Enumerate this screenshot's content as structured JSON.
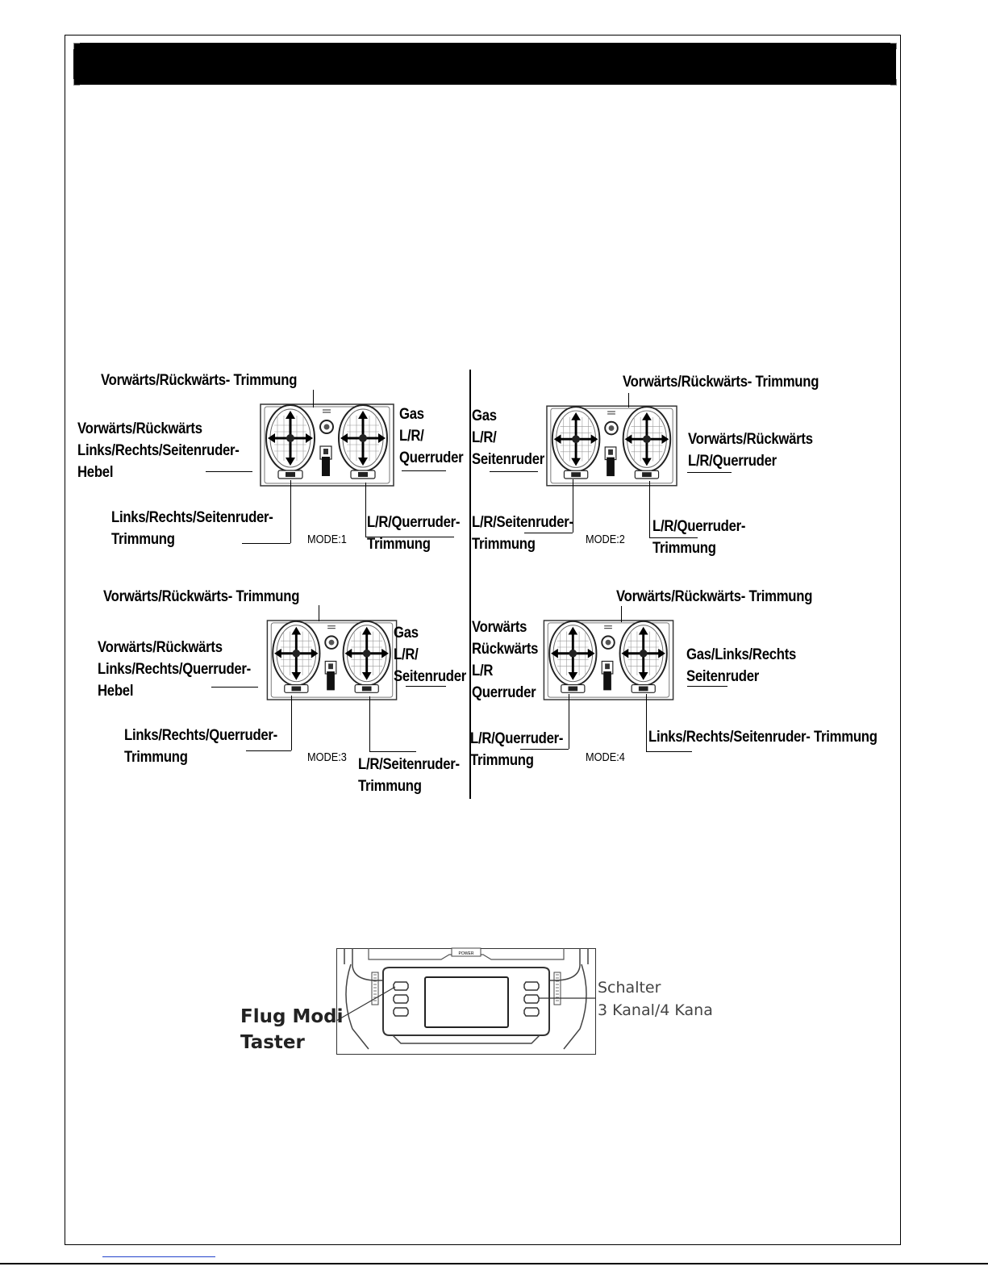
{
  "banner": {
    "title": ""
  },
  "modes": [
    {
      "mode_label": "MODE:1",
      "labels": {
        "top_trim": "Vorwärts/Rückwärts- Trimmung",
        "left_stick": "Vorwärts/Rückwärts\nLinks/Rechts/Seitenruder-\nHebel",
        "right_stick": "Gas\nL/R/\nQuerruder",
        "left_trim": "Links/Rechts/Seitenruder-\nTrimmung",
        "right_trim": "L/R/Querruder-\nTrimmung"
      }
    },
    {
      "mode_label": "MODE:2",
      "labels": {
        "top_trim": "Vorwärts/Rückwärts- Trimmung",
        "left_stick": "Gas\nL/R/\nSeitenruder",
        "right_stick": "Vorwärts/Rückwärts\nL/R/Querruder",
        "left_trim": "L/R/Seitenruder-\nTrimmung",
        "right_trim": "L/R/Querruder-\nTrimmung"
      }
    },
    {
      "mode_label": "MODE:3",
      "labels": {
        "top_trim": "Vorwärts/Rückwärts- Trimmung",
        "left_stick": "Vorwärts/Rückwärts\nLinks/Rechts/Querruder-\nHebel",
        "right_stick": "Gas\nL/R/\nSeitenruder",
        "left_trim": "Links/Rechts/Querruder-\nTrimmung",
        "right_trim": "L/R/Seitenruder-\nTrimmung"
      }
    },
    {
      "mode_label": "MODE:4",
      "labels": {
        "top_trim": "Vorwärts/Rückwärts- Trimmung",
        "left_stick": "Vorwärts\nRückwärts\nL/R\nQuerruder",
        "right_stick": "Gas/Links/Rechts\nSeitenruder",
        "left_trim": "L/R/Querruder-\nTrimmung",
        "right_trim": "Links/Rechts/Seitenruder- Trimmung"
      }
    }
  ],
  "transmitter": {
    "switch_label": "Schalter\n3 Kanal/4 Kana",
    "flight_mode_label": "Flug Modi\nTaster",
    "power_text": "POWER"
  },
  "icons": {
    "stick": "four-way-arrow-icon",
    "power": "power-switch-icon"
  }
}
